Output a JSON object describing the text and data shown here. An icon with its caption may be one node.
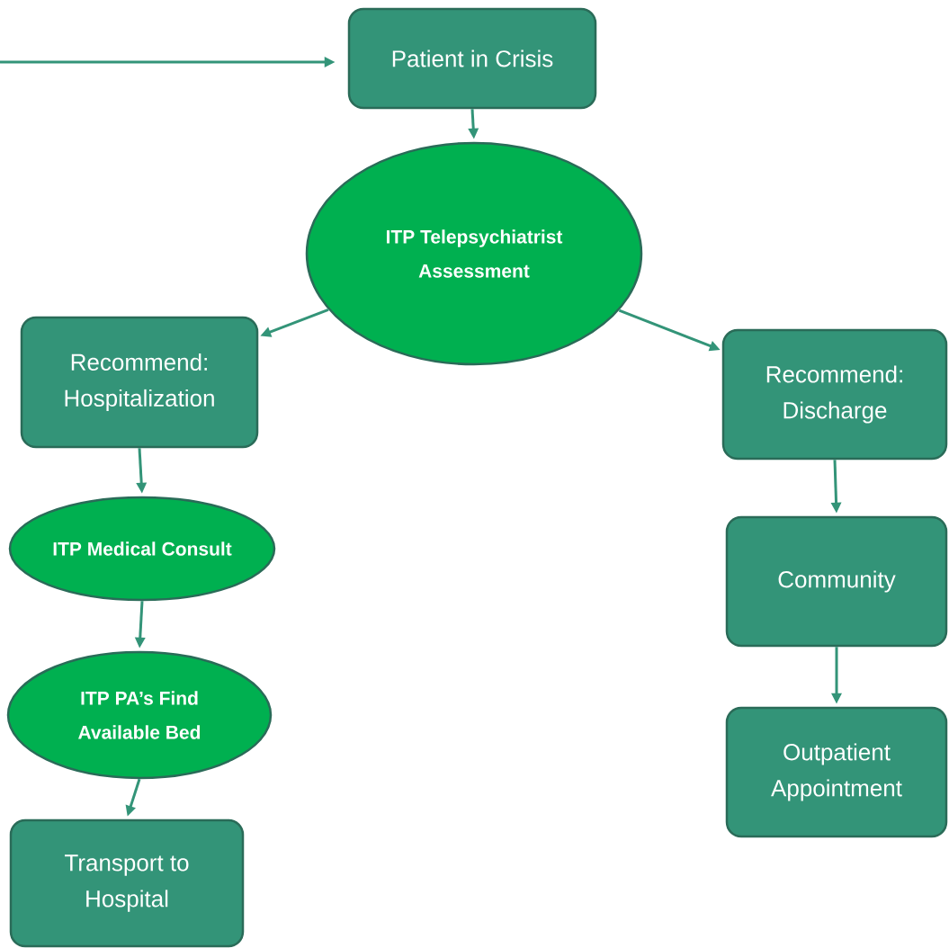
{
  "diagram": {
    "nodes": [
      {
        "text": [
          "Patient in Crisis"
        ]
      },
      {
        "text": [
          "ITP Telepsychiatrist Assessment"
        ]
      },
      {
        "text": [
          "Recommend: Hospitalization"
        ]
      },
      {
        "text": [
          "Recommend: Discharge"
        ]
      },
      {
        "text": [
          "ITP Medical Consult"
        ]
      },
      {
        "text": [
          "ITP PA’s Find Available Bed"
        ]
      },
      {
        "text": [
          "Transport to Hospital"
        ]
      },
      {
        "text": [
          "Community"
        ]
      },
      {
        "text": [
          "Outpatient Appointment"
        ]
      }
    ],
    "edges": [
      {
        "from": null,
        "to": 0,
        "arrow": "to"
      },
      {
        "from": 0,
        "to": 1,
        "arrow": "to"
      },
      {
        "from": 1,
        "to": 2,
        "arrow": "to"
      },
      {
        "from": 1,
        "to": 3,
        "arrow": "to"
      },
      {
        "from": 2,
        "to": 4,
        "arrow": "to"
      },
      {
        "from": 4,
        "to": 5,
        "arrow": "to"
      },
      {
        "from": 5,
        "to": 6,
        "arrow": "to"
      },
      {
        "from": 3,
        "to": 7,
        "arrow": "to"
      },
      {
        "from": 7,
        "to": 8,
        "arrow": "to"
      }
    ]
  }
}
